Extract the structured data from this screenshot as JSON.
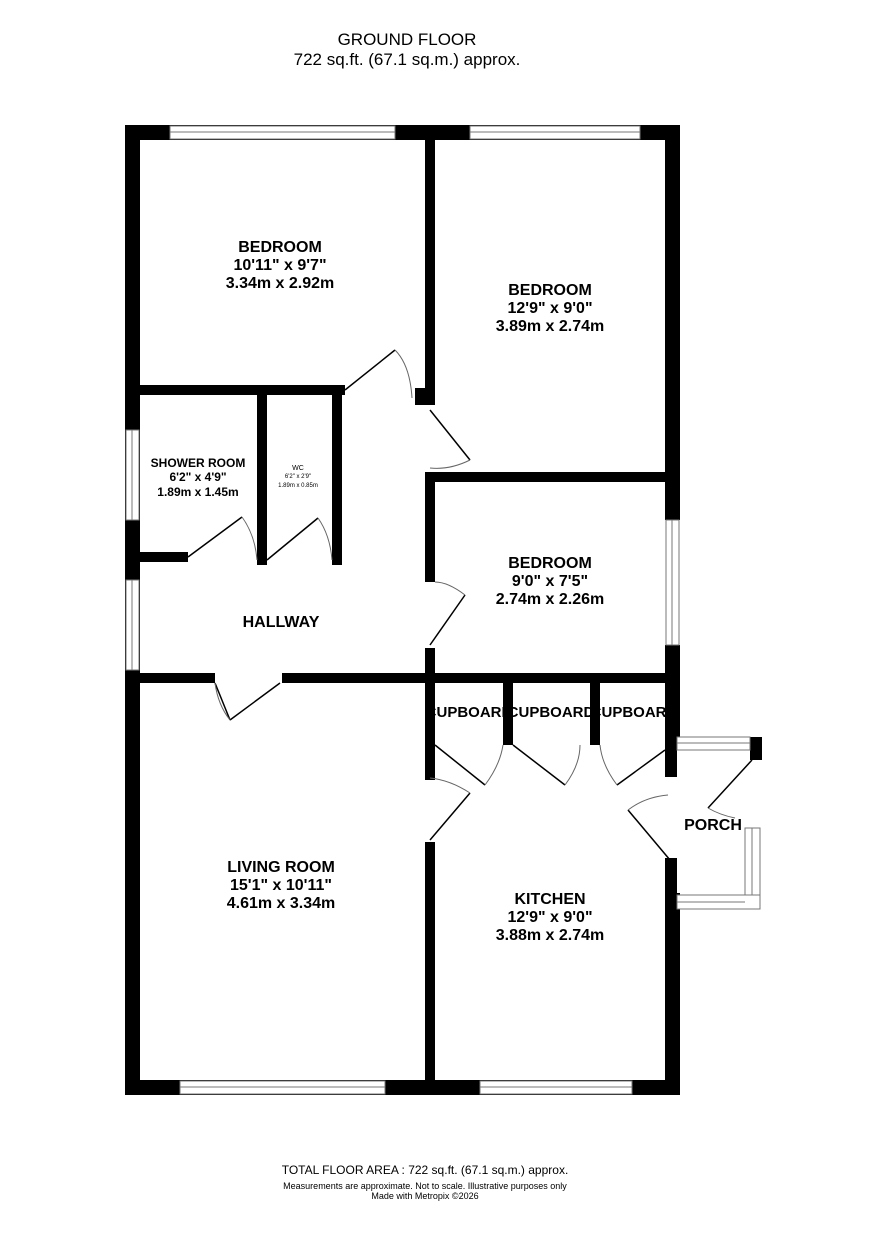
{
  "header": {
    "title": "GROUND FLOOR",
    "area": "722 sq.ft. (67.1 sq.m.) approx."
  },
  "rooms": {
    "bedroom1": {
      "name": "BEDROOM",
      "imperial": "10'11\"  x 9'7\"",
      "metric": "3.34m  x 2.92m"
    },
    "bedroom2": {
      "name": "BEDROOM",
      "imperial": "12'9\"  x 9'0\"",
      "metric": "3.89m  x 2.74m"
    },
    "bedroom3": {
      "name": "BEDROOM",
      "imperial": "9'0\"  x 7'5\"",
      "metric": "2.74m  x 2.26m"
    },
    "shower": {
      "name": "SHOWER ROOM",
      "imperial": "6'2\"  x 4'9\"",
      "metric": "1.89m  x 1.45m"
    },
    "wc": {
      "name": "WC",
      "imperial": "6'2\"  x 2'9\"",
      "metric": "1.89m  x 0.85m"
    },
    "hallway": {
      "name": "HALLWAY"
    },
    "cupboards": [
      "CUPBOARD",
      "CUPBOARD",
      "CUPBOARD"
    ],
    "porch": {
      "name": "PORCH"
    },
    "living": {
      "name": "LIVING ROOM",
      "imperial": "15'1\"  x 10'11\"",
      "metric": "4.61m  x 3.34m"
    },
    "kitchen": {
      "name": "KITCHEN",
      "imperial": "12'9\"  x 9'0\"",
      "metric": "3.88m  x 2.74m"
    }
  },
  "footer": {
    "total": "TOTAL FLOOR AREA : 722 sq.ft. (67.1 sq.m.) approx.",
    "disclaimer": "Measurements are approximate.  Not to scale.  Illustrative purposes only",
    "credit": "Made with Metropix ©2026"
  }
}
